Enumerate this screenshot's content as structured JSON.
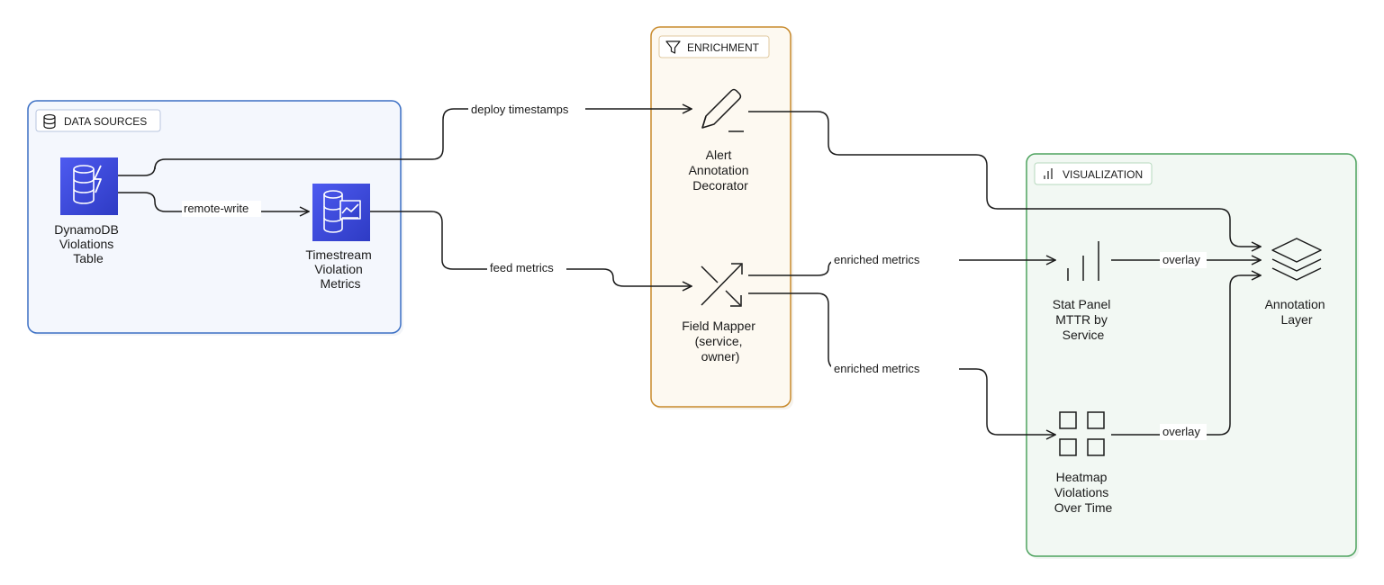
{
  "groups": {
    "data_sources": {
      "label": "DATA SOURCES",
      "border": "#3b6fc4",
      "fill": "#f4f7fd",
      "icon": "database-icon"
    },
    "enrichment": {
      "label": "ENRICHMENT",
      "border": "#c88a2c",
      "fill": "#fdf9f1",
      "icon": "funnel-icon"
    },
    "visualization": {
      "label": "VISUALIZATION",
      "border": "#4ea35f",
      "fill": "#f2f8f3",
      "icon": "bar-chart-icon"
    }
  },
  "nodes": {
    "dynamodb": {
      "lines": [
        "DynamoDB",
        "Violations",
        "Table"
      ],
      "icon": "dynamodb-icon"
    },
    "timestream": {
      "lines": [
        "Timestream",
        "Violation",
        "Metrics"
      ],
      "icon": "timestream-icon"
    },
    "alert_decorator": {
      "lines": [
        "Alert",
        "Annotation",
        "Decorator"
      ],
      "icon": "pencil-icon"
    },
    "field_mapper": {
      "lines": [
        "Field Mapper",
        "(service,",
        "owner)"
      ],
      "icon": "shuffle-icon"
    },
    "stat_panel": {
      "lines": [
        "Stat Panel",
        "MTTR by",
        "Service"
      ],
      "icon": "bar-chart-icon"
    },
    "heatmap": {
      "lines": [
        "Heatmap",
        "Violations",
        "Over Time"
      ],
      "icon": "grid-icon"
    },
    "annotation_layer": {
      "lines": [
        "Annotation",
        "Layer"
      ],
      "icon": "layers-icon"
    }
  },
  "edges": {
    "deploy_timestamps": "deploy timestamps",
    "remote_write": "remote-write",
    "feed_metrics": "feed metrics",
    "enriched_metrics_stat": "enriched metrics",
    "enriched_metrics_heatmap": "enriched metrics",
    "overlay_stat": "overlay",
    "overlay_heatmap": "overlay"
  },
  "colors": {
    "aws_icon_blue": "#3a48d6",
    "edge": "#1a1a1a"
  }
}
